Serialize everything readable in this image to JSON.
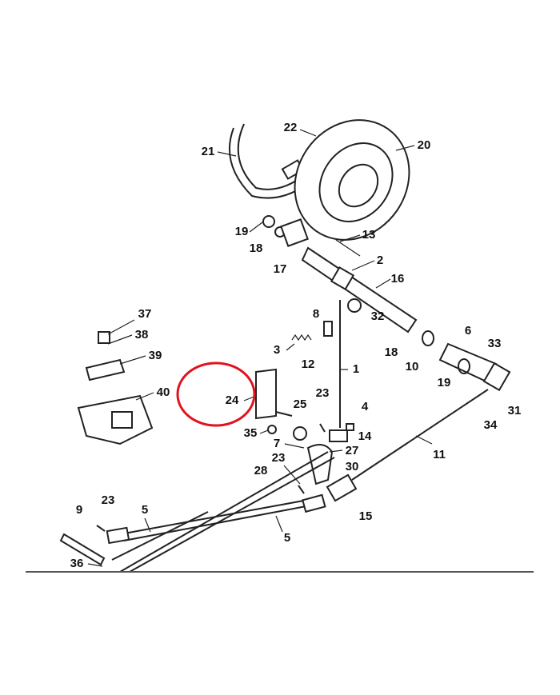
{
  "diagram": {
    "callouts": [
      {
        "id": "21",
        "label": "21"
      },
      {
        "id": "22",
        "label": "22"
      },
      {
        "id": "20",
        "label": "20"
      },
      {
        "id": "19a",
        "label": "19"
      },
      {
        "id": "18a",
        "label": "18"
      },
      {
        "id": "17",
        "label": "17"
      },
      {
        "id": "13",
        "label": "13"
      },
      {
        "id": "2",
        "label": "2"
      },
      {
        "id": "16",
        "label": "16"
      },
      {
        "id": "37",
        "label": "37"
      },
      {
        "id": "38",
        "label": "38"
      },
      {
        "id": "8",
        "label": "8"
      },
      {
        "id": "32",
        "label": "32"
      },
      {
        "id": "6",
        "label": "6"
      },
      {
        "id": "33",
        "label": "33"
      },
      {
        "id": "39",
        "label": "39"
      },
      {
        "id": "3",
        "label": "3"
      },
      {
        "id": "12",
        "label": "12"
      },
      {
        "id": "1",
        "label": "1"
      },
      {
        "id": "18b",
        "label": "18"
      },
      {
        "id": "10",
        "label": "10"
      },
      {
        "id": "19b",
        "label": "19"
      },
      {
        "id": "40",
        "label": "40"
      },
      {
        "id": "24",
        "label": "24"
      },
      {
        "id": "23a",
        "label": "23"
      },
      {
        "id": "4",
        "label": "4"
      },
      {
        "id": "31",
        "label": "31"
      },
      {
        "id": "25",
        "label": "25"
      },
      {
        "id": "34",
        "label": "34"
      },
      {
        "id": "35",
        "label": "35"
      },
      {
        "id": "14",
        "label": "14"
      },
      {
        "id": "7",
        "label": "7"
      },
      {
        "id": "27",
        "label": "27"
      },
      {
        "id": "11",
        "label": "11"
      },
      {
        "id": "23b",
        "label": "23"
      },
      {
        "id": "30",
        "label": "30"
      },
      {
        "id": "28",
        "label": "28"
      },
      {
        "id": "15",
        "label": "15"
      },
      {
        "id": "9",
        "label": "9"
      },
      {
        "id": "23c",
        "label": "23"
      },
      {
        "id": "5a",
        "label": "5"
      },
      {
        "id": "5b",
        "label": "5"
      },
      {
        "id": "36",
        "label": "36"
      }
    ],
    "highlight": {
      "target": "24",
      "color": "#e0141e"
    },
    "divider_color": "#555555"
  }
}
